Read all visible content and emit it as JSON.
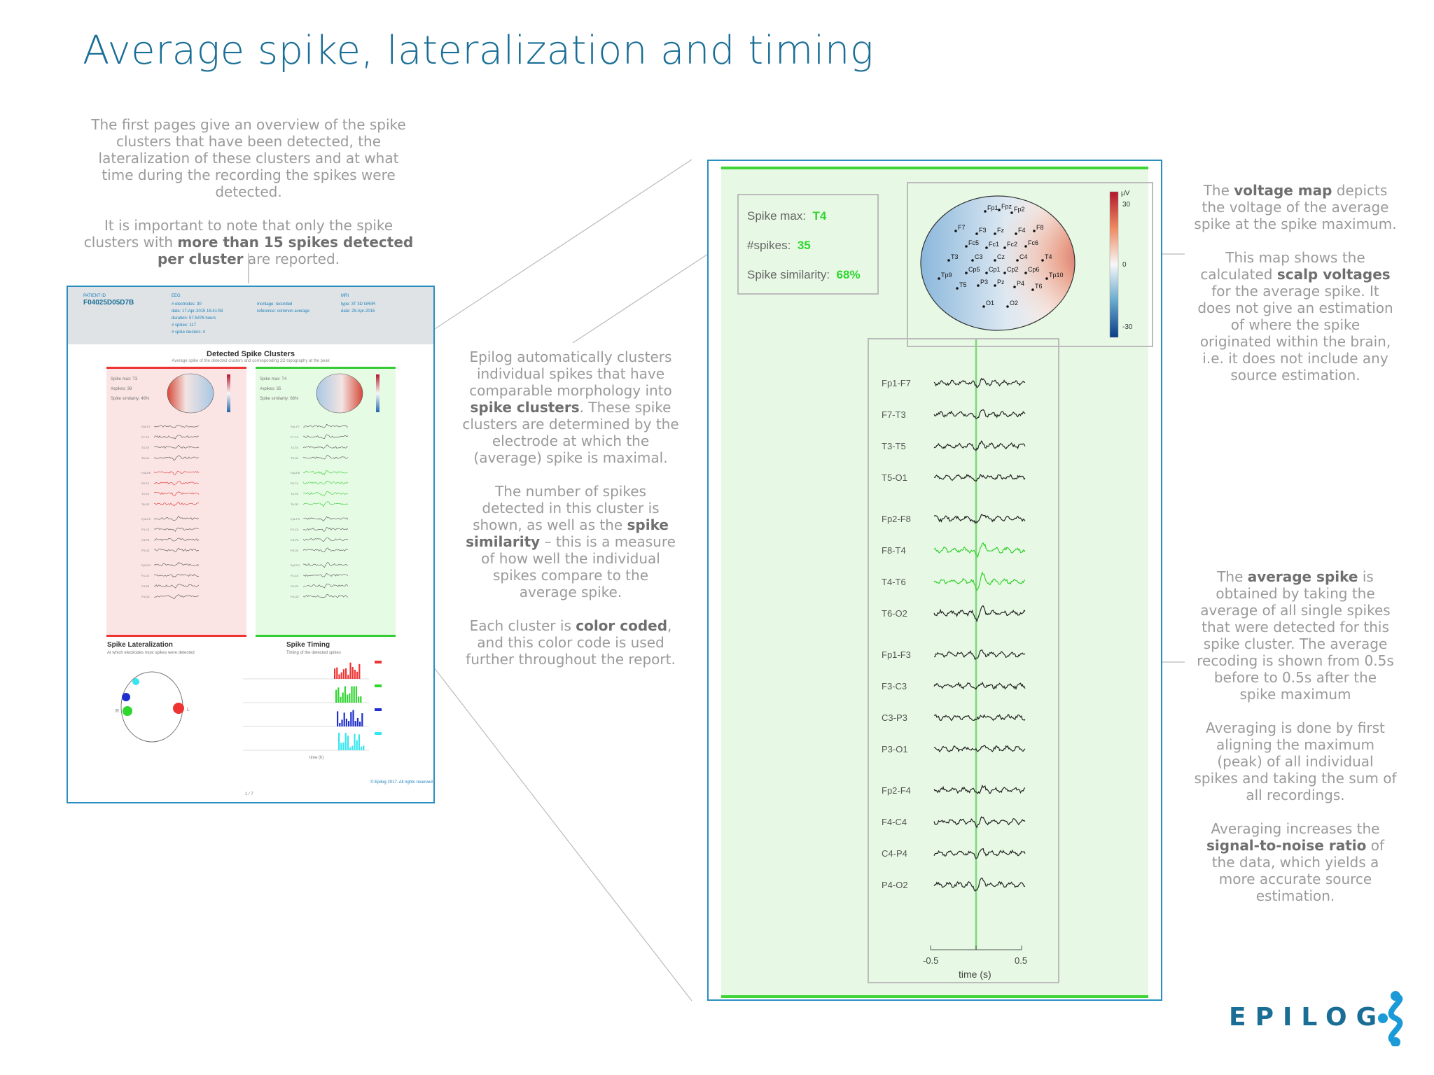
{
  "page": {
    "title": "Average spike, lateralization and timing"
  },
  "notes": {
    "intro_p1": "The first pages give an overview of the spike clusters that have been detected, the lateralization of these clusters and at what time during the recording the spikes were detected.",
    "intro_p2_pre": "It is important to note that only the spike clusters with ",
    "intro_p2_bold": "more than 15 spikes detected per cluster",
    "intro_p2_post": " are reported.",
    "clusters_p1_pre": "Epilog automatically clusters individual spikes that have comparable morphology into ",
    "clusters_p1_bold": "spike clusters",
    "clusters_p1_post": ". These spike clusters are determined by the electrode at which the (average) spike is maximal.",
    "clusters_p2_pre": "The number of spikes detected in this cluster is shown, as well as the ",
    "clusters_p2_bold": "spike similarity",
    "clusters_p2_post": " – this is a measure of how well the individual spikes compare to the average spike.",
    "clusters_p3_pre": "Each cluster is ",
    "clusters_p3_bold": "color coded",
    "clusters_p3_post": ", and this color code is used further throughout the report.",
    "voltage_p1_pre": "The ",
    "voltage_p1_bold": "voltage map",
    "voltage_p1_post": " depicts the voltage of the average spike at the spike maximum.",
    "voltage_p2_pre": "This map shows the calculated ",
    "voltage_p2_bold": "scalp voltages",
    "voltage_p2_post": " for the average spike. It does not give an estimation of where the spike originated within the brain, i.e. it does not include any source estimation.",
    "avg_p1_pre": "The ",
    "avg_p1_bold": "average spike",
    "avg_p1_post": " is obtained by taking the average of all single spikes that were detected for this spike cluster. The average recoding is shown from 0.5s before to 0.5s after the spike maximum",
    "avg_p2": "Averaging is done by first aligning the maximum (peak) of all individual spikes and taking the sum of all recordings.",
    "avg_p3_pre": "Averaging increases the ",
    "avg_p3_bold": "signal-to-noise ratio",
    "avg_p3_post": " of the data, which yields a more accurate source estimation."
  },
  "thumbnail": {
    "patient_id_label": "PATIENT ID",
    "patient_id": "F04025D05D7B",
    "eeg_label": "EEG",
    "eeg_lines": [
      "# electrodes: 30",
      "date: 17-Apr-2015 15:41:59",
      "duration: 57.5476 hours",
      "# spikes: 117",
      "# spike clusters: 4"
    ],
    "montage_lines": [
      "montage: recorded",
      "reference: common average"
    ],
    "mri_label": "MRI",
    "mri_lines": [
      "type: 3T 3D GR/IR",
      "date: 29-Apr-2015"
    ],
    "clusters_title": "Detected Spike Clusters",
    "clusters_subtitle": "Average spike of the detected clusters and corresponding 2D topography at the peak",
    "red_info": [
      "Spike max: T3",
      "#spikes: 38",
      "Spike similarity: 49%"
    ],
    "green_info": [
      "Spike max: T4",
      "#spikes: 35",
      "Spike similarity: 68%"
    ],
    "lateralization_title": "Spike Lateralization",
    "lateralization_sub": "At which electrodes most spikes were detected",
    "timing_title": "Spike Timing",
    "timing_sub": "Timing of the detected spikes",
    "timing_xlabel": "time (h)",
    "left_label": "R",
    "right_label": "L",
    "footer": "© Epilog 2017. All rights reserved",
    "page_number": "1 / 7"
  },
  "cluster": {
    "spike_max_label": "Spike max:",
    "spike_max_value": "T4",
    "spikes_label": "#spikes:",
    "spikes_value": "35",
    "similarity_label": "Spike similarity:",
    "similarity_value": "68%"
  },
  "voltage_map": {
    "unit": "μV",
    "scale_max": "30",
    "scale_mid": "0",
    "scale_min": "-30",
    "electrodes": [
      "Fp1",
      "Fpz",
      "Fp2",
      "F7",
      "F3",
      "Fz",
      "F4",
      "F8",
      "Fc5",
      "Fc1",
      "Fc2",
      "Fc6",
      "T3",
      "C3",
      "Cz",
      "C4",
      "T4",
      "Cp5",
      "Cp1",
      "Cp2",
      "Cp6",
      "Tp9",
      "Tp10",
      "T5",
      "P3",
      "Pz",
      "P4",
      "T6",
      "O1",
      "O2"
    ]
  },
  "traces": {
    "channels": [
      "Fp1-F7",
      "F7-T3",
      "T3-T5",
      "T5-O1",
      "Fp2-F8",
      "F8-T4",
      "T4-T6",
      "T6-O2",
      "Fp1-F3",
      "F3-C3",
      "C3-P3",
      "P3-O1",
      "Fp2-F4",
      "F4-C4",
      "C4-P4",
      "P4-O2"
    ],
    "highlighted": [
      "F8-T4",
      "T4-T6"
    ],
    "x_tick_min": "-0.5",
    "x_tick_max": "0.5",
    "xlabel": "time (s)"
  },
  "brand": {
    "name": "EPILOG",
    "primary": "#1a6e96",
    "accent_green": "#3ed436",
    "accent_red": "#e33333"
  }
}
